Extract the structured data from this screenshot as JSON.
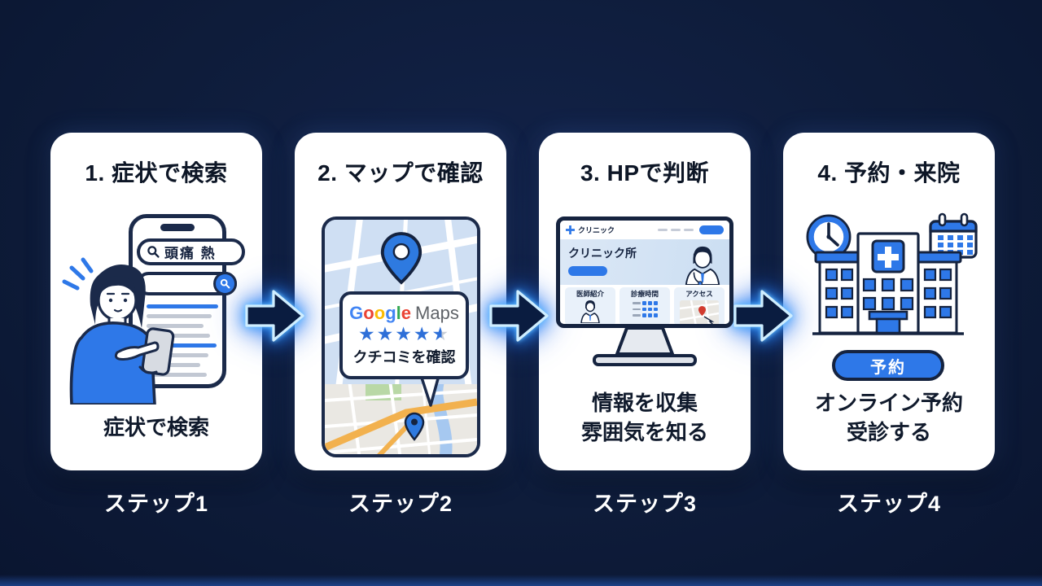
{
  "colors": {
    "background": "#0e1c3a",
    "card": "#ffffff",
    "accent_blue": "#2e78e8",
    "outline_navy": "#15233f",
    "neon_arrow": "#7fd0ff",
    "step_label_text": "#ffffff"
  },
  "steps": {
    "step1": {
      "title": "1. 症状で検索",
      "caption": "症状で検索",
      "label": "ステップ1",
      "search_query": "頭痛 熱"
    },
    "step2": {
      "title": "2. マップで確認",
      "label": "ステップ2",
      "map_card": {
        "logo_google": "Google",
        "logo_maps": "Maps",
        "rating": 4.5,
        "review_text": "クチコミを確認"
      }
    },
    "step3": {
      "title": "3. HPで判断",
      "caption_line1": "情報を収集",
      "caption_line2": "雰囲気を知る",
      "label": "ステップ3",
      "website": {
        "brand": "クリニック",
        "hero_title": "クリニック所",
        "features": [
          "医師紹介",
          "診療時間",
          "アクセス"
        ]
      }
    },
    "step4": {
      "title": "4. 予約・来院",
      "caption_line1": "オンライン予約",
      "caption_line2": "受診する",
      "label": "ステップ4",
      "booking_button": "予約"
    }
  },
  "google_letters": [
    {
      "ch": "G",
      "color": "#4285F4"
    },
    {
      "ch": "o",
      "color": "#EA4335"
    },
    {
      "ch": "o",
      "color": "#FBBC05"
    },
    {
      "ch": "g",
      "color": "#4285F4"
    },
    {
      "ch": "l",
      "color": "#34A853"
    },
    {
      "ch": "e",
      "color": "#EA4335"
    }
  ]
}
